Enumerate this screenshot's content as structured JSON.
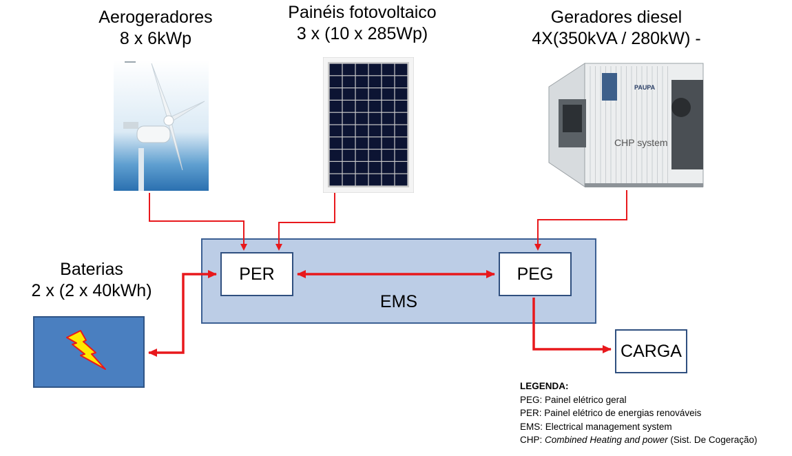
{
  "sources": {
    "wind": {
      "name": "Aerogeradores",
      "spec": "8 x 6kWp"
    },
    "solar": {
      "name": "Painéis fotovoltaico",
      "spec": "3 x (10 x 285Wp)"
    },
    "diesel": {
      "name": "Geradores diesel",
      "spec": "4X(350kVA / 280kW) -",
      "unit_label": "CHP system",
      "brand": "PAUPA"
    },
    "battery": {
      "name": "Baterias",
      "spec": "2 x (2 x 40kWh)"
    }
  },
  "blocks": {
    "per": "PER",
    "peg": "PEG",
    "ems": "EMS",
    "load": "CARGA"
  },
  "legend": {
    "title": "LEGENDA:",
    "items": [
      {
        "abbr": "PEG",
        "text": "Painel elétrico geral"
      },
      {
        "abbr": "PER",
        "text": "Painel elétrico de energias renováveis"
      },
      {
        "abbr": "EMS",
        "text": "Electrical management system"
      },
      {
        "abbr": "CHP",
        "text_italic": "Combined Heating and power",
        "text": "(Sist. De Cogeração)"
      }
    ]
  },
  "colors": {
    "wire": "#e8181c",
    "ems_fill": "#bccde6",
    "box_border": "#2f4f7f",
    "battery_fill": "#4a7fc0",
    "bolt": "#ffe800"
  }
}
